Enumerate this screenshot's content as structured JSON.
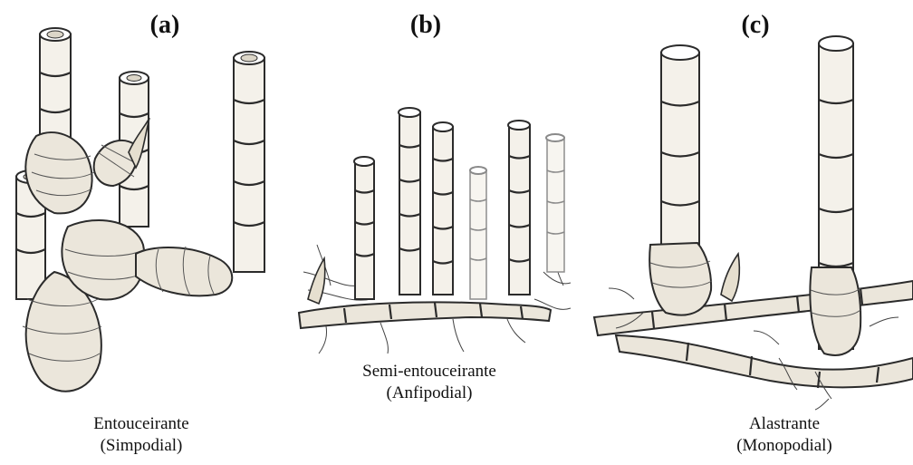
{
  "panels": [
    {
      "id": "a",
      "label": "(a)",
      "caption_line1": "Entouceirante",
      "caption_line2": "(Simpodial)"
    },
    {
      "id": "b",
      "label": "(b)",
      "caption_line1": "Semi-entouceirante",
      "caption_line2": "(Anfipodial)"
    },
    {
      "id": "c",
      "label": "(c)",
      "caption_line1": "Alastrante",
      "caption_line2": "(Monopodial)"
    }
  ],
  "colors": {
    "ink": "#2b2b2b",
    "culm_fill": "#f4f1ea",
    "background": "#ffffff"
  }
}
